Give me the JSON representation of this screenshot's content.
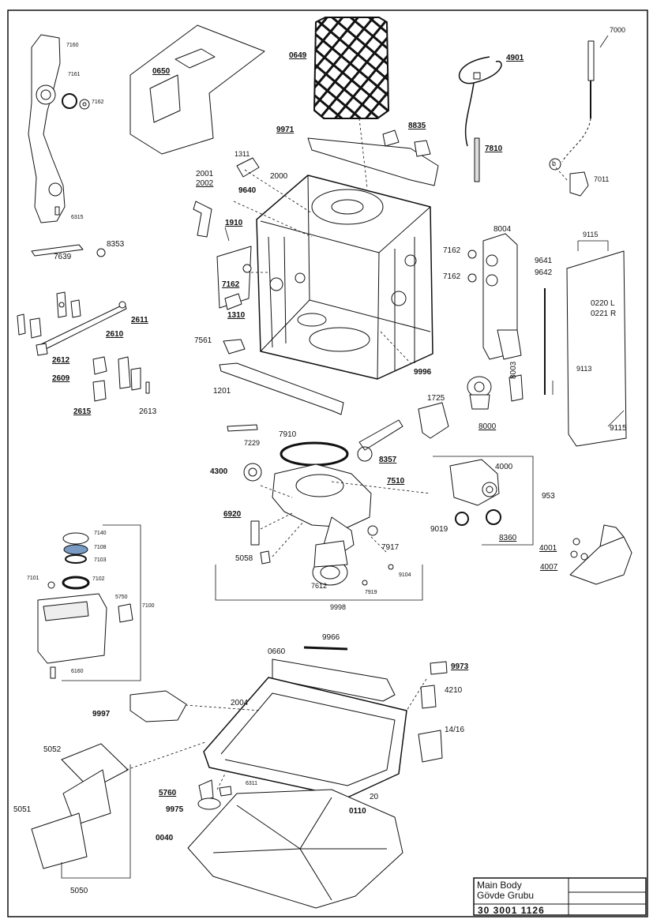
{
  "title_block": {
    "title_en": "Main Body",
    "title_tr": "Gövde Grubu",
    "code": "30 3001 1126"
  },
  "part_numbers": {
    "p7160": "7160",
    "p7161": "7161",
    "p7162a": "7162",
    "p0650": "0650",
    "p0649": "0649",
    "p4901": "4901",
    "p7000": "7000",
    "p9971": "9971",
    "p8835": "8835",
    "p7810": "7810",
    "p1311": "1311",
    "p2000": "2000",
    "p2001": "2001",
    "p2002": "2002",
    "p9640": "9640",
    "p6315": "6315",
    "p7011": "7011",
    "h_mark": "h",
    "p1910": "1910",
    "p8004": "8004",
    "p9115a": "9115",
    "p7639": "7639",
    "p8353": "8353",
    "p7162b": "7162",
    "p7162c": "7162",
    "p7162d": "7162",
    "p9641": "9641",
    "p9642": "9642",
    "p0220": "0220 L",
    "p0221": "0221 R",
    "p1310": "1310",
    "p2611": "2611",
    "p2610": "2610",
    "p7561": "7561",
    "p2612": "2612",
    "p9996": "9996",
    "p8003": "8003",
    "p9113": "9113",
    "p2609": "2609",
    "p2615": "2615",
    "p2613": "2613",
    "p1201": "1201",
    "p1725": "1725",
    "p8000": "8000",
    "p9115b": "9115",
    "p7229": "7229",
    "p7910": "7910",
    "p8357": "8357",
    "p4300": "4300",
    "p7510": "7510",
    "p4000": "4000",
    "p953": "953",
    "p6920": "6920",
    "p9019": "9019",
    "p8360": "8360",
    "p7917": "7917",
    "p4001": "4001",
    "p5058": "5058",
    "p9104": "9104",
    "p4007": "4007",
    "p7612": "7612",
    "p7919": "7919",
    "p9998": "9998",
    "p7140": "7140",
    "p7108": "7108",
    "p7103": "7103",
    "p7101": "7101",
    "p7102": "7102",
    "p5750": "5750",
    "p7100": "7100",
    "p6160": "6160",
    "p9966": "9966",
    "p0660": "0660",
    "p9973": "9973",
    "p4210": "4210",
    "p9997": "9997",
    "p2004": "2004",
    "p1416": "14/16",
    "p5052": "5052",
    "p6311": "6311",
    "p5760": "5760",
    "p20": "20",
    "p9975": "9975",
    "p0110": "0110",
    "p5051": "5051",
    "p0040": "0040",
    "p5050": "5050"
  },
  "colors": {
    "line": "#111111",
    "fill": "#ffffff",
    "light": "#e6e6e6",
    "mid": "#bdbdbd",
    "part7108": "#7a9bc4"
  }
}
